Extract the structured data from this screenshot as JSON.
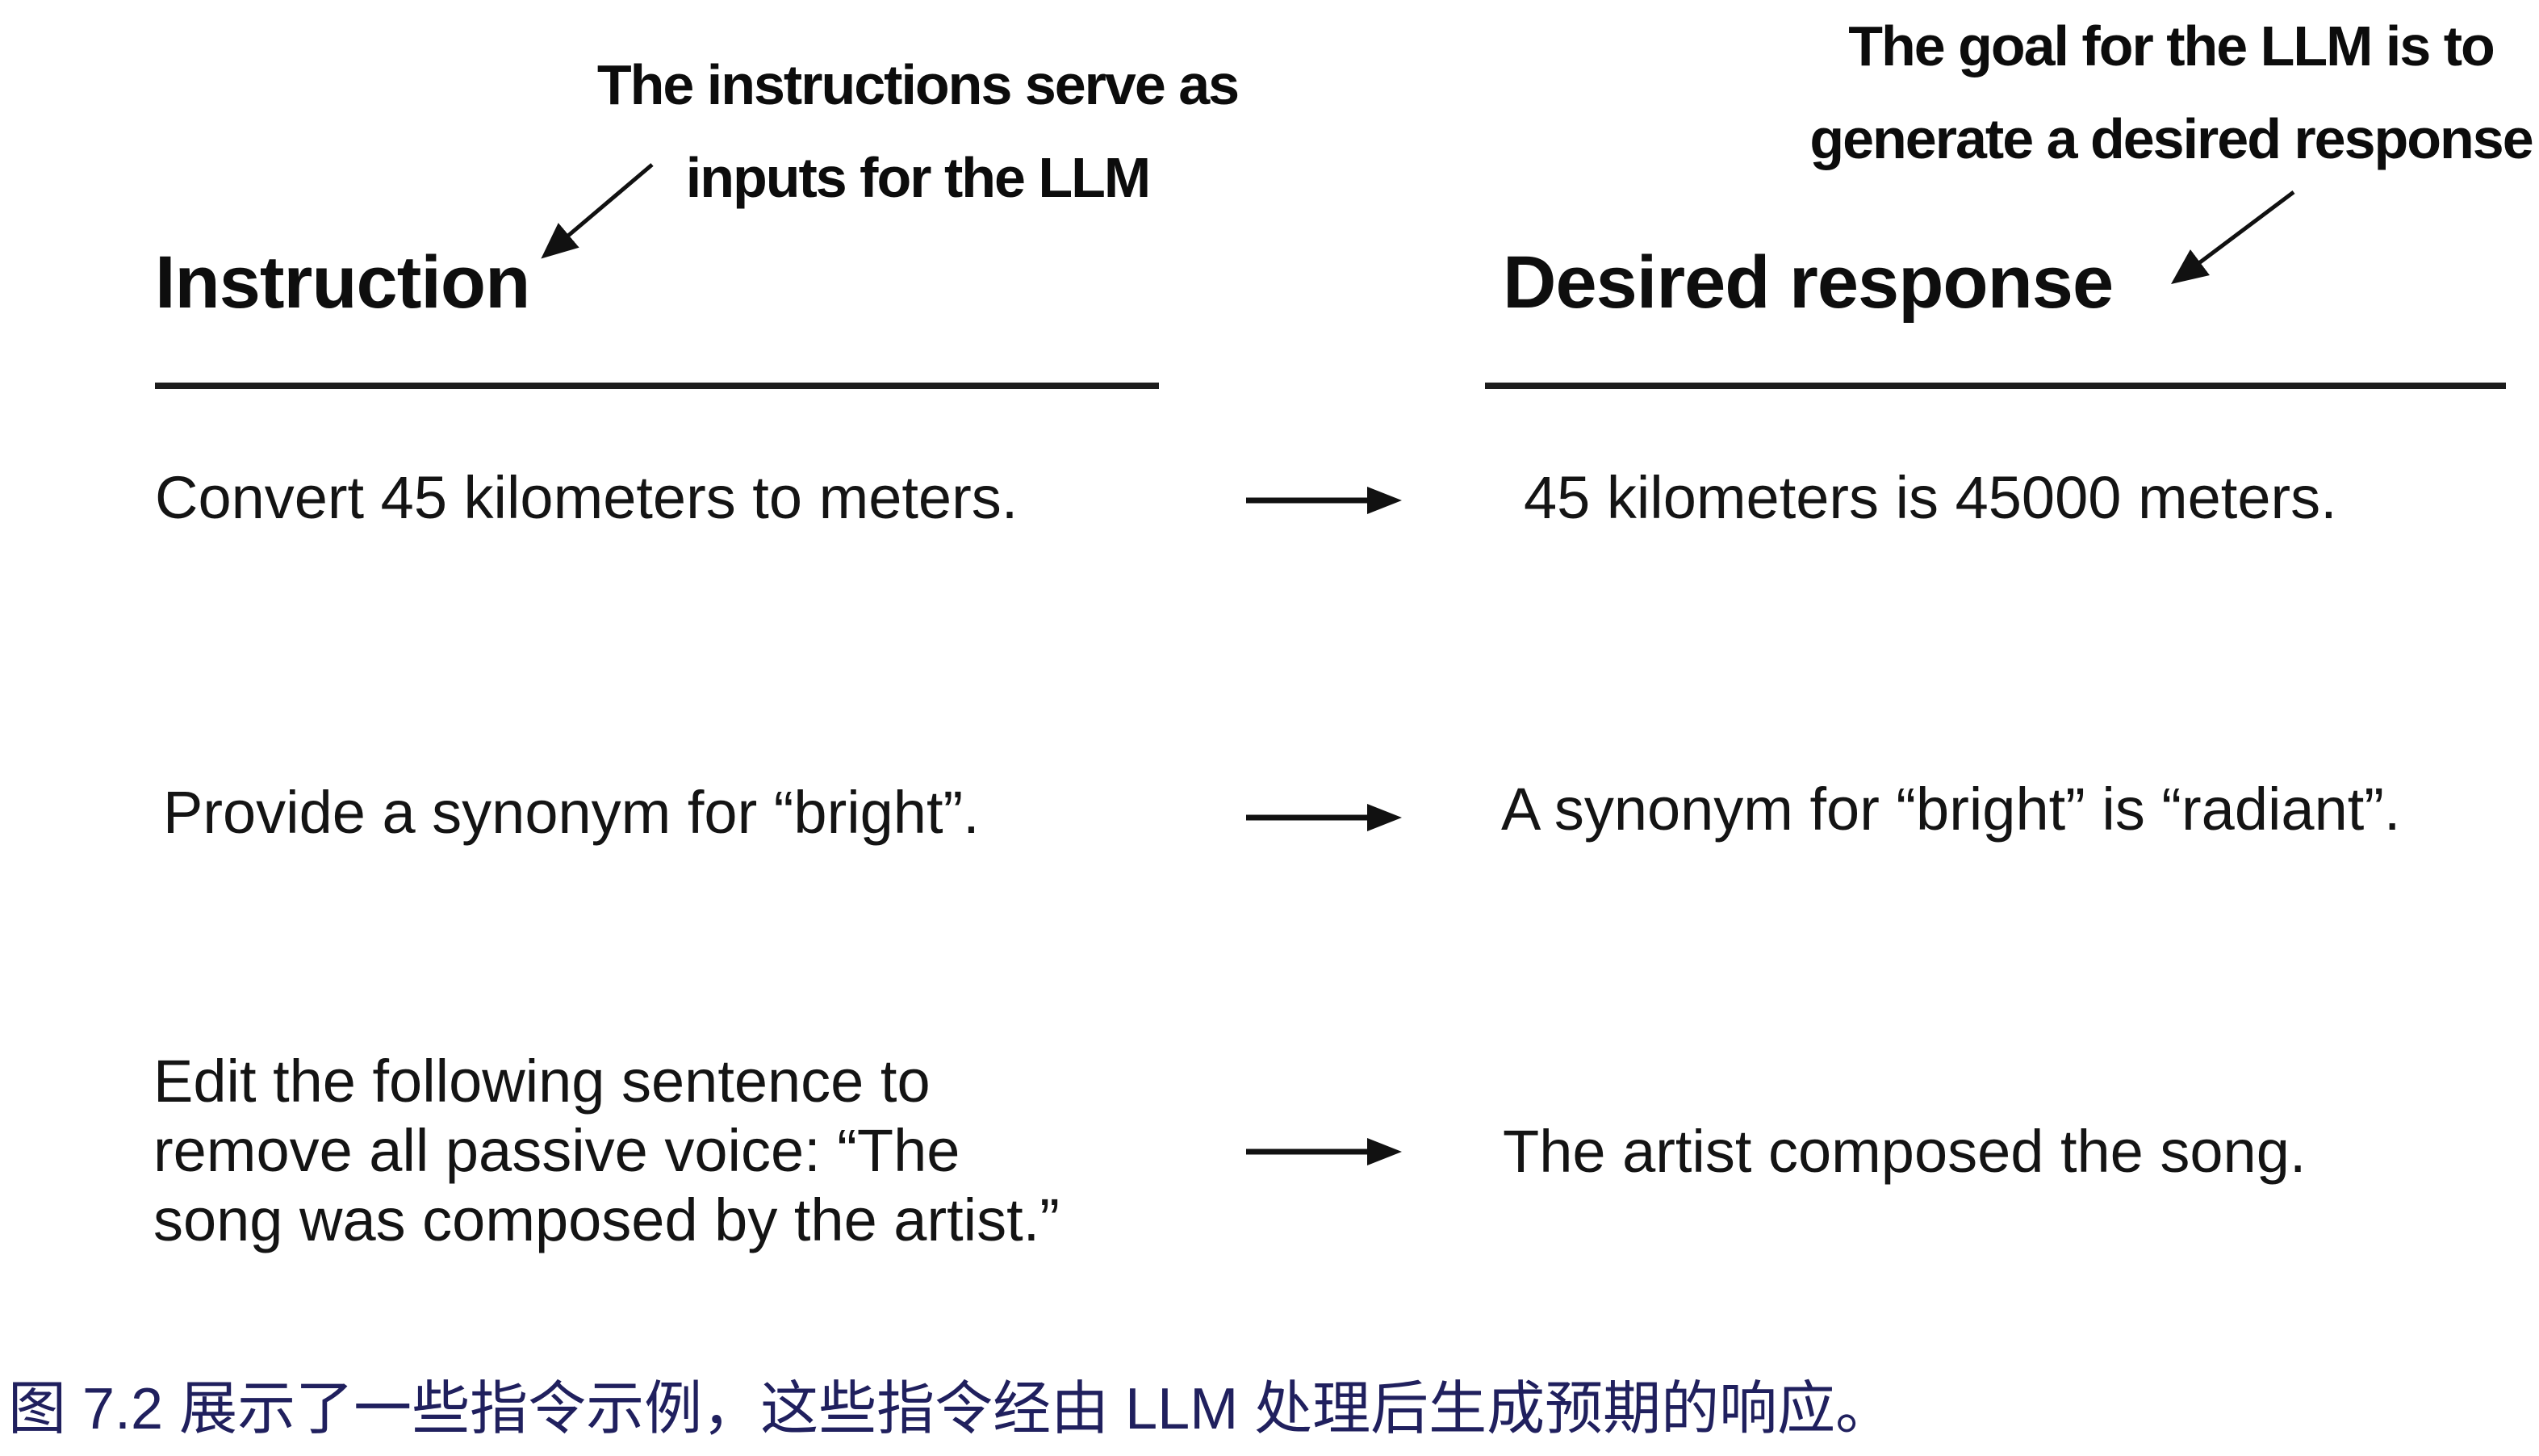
{
  "figure": {
    "annotations": {
      "left": "The instructions serve as\ninputs for the LLM",
      "right": "The goal for the LLM is to\ngenerate a desired response"
    },
    "columns": {
      "left_header": "Instruction",
      "right_header": "Desired response"
    },
    "rows": [
      {
        "instruction": "Convert 45 kilometers to meters.",
        "response": "45 kilometers is 45000 meters."
      },
      {
        "instruction": "Provide a synonym for “bright”.",
        "response": "A synonym for “bright” is “radiant”."
      },
      {
        "instruction": "Edit the following sentence to\nremove all passive voice: “The\nsong was composed by the artist.”",
        "response": "The artist composed the song."
      }
    ],
    "caption": "图 7.2 展示了一些指令示例，这些指令经由 LLM 处理后生成预期的响应。",
    "icons": {
      "row_arrow": "right-arrow-icon",
      "annotation_arrow": "diagonal-down-left-arrow-icon"
    },
    "colors": {
      "background": "#ffffff",
      "text": "#141414",
      "caption_text": "#20205e",
      "arrow": "#111111",
      "rule": "#1d1d1d"
    }
  }
}
